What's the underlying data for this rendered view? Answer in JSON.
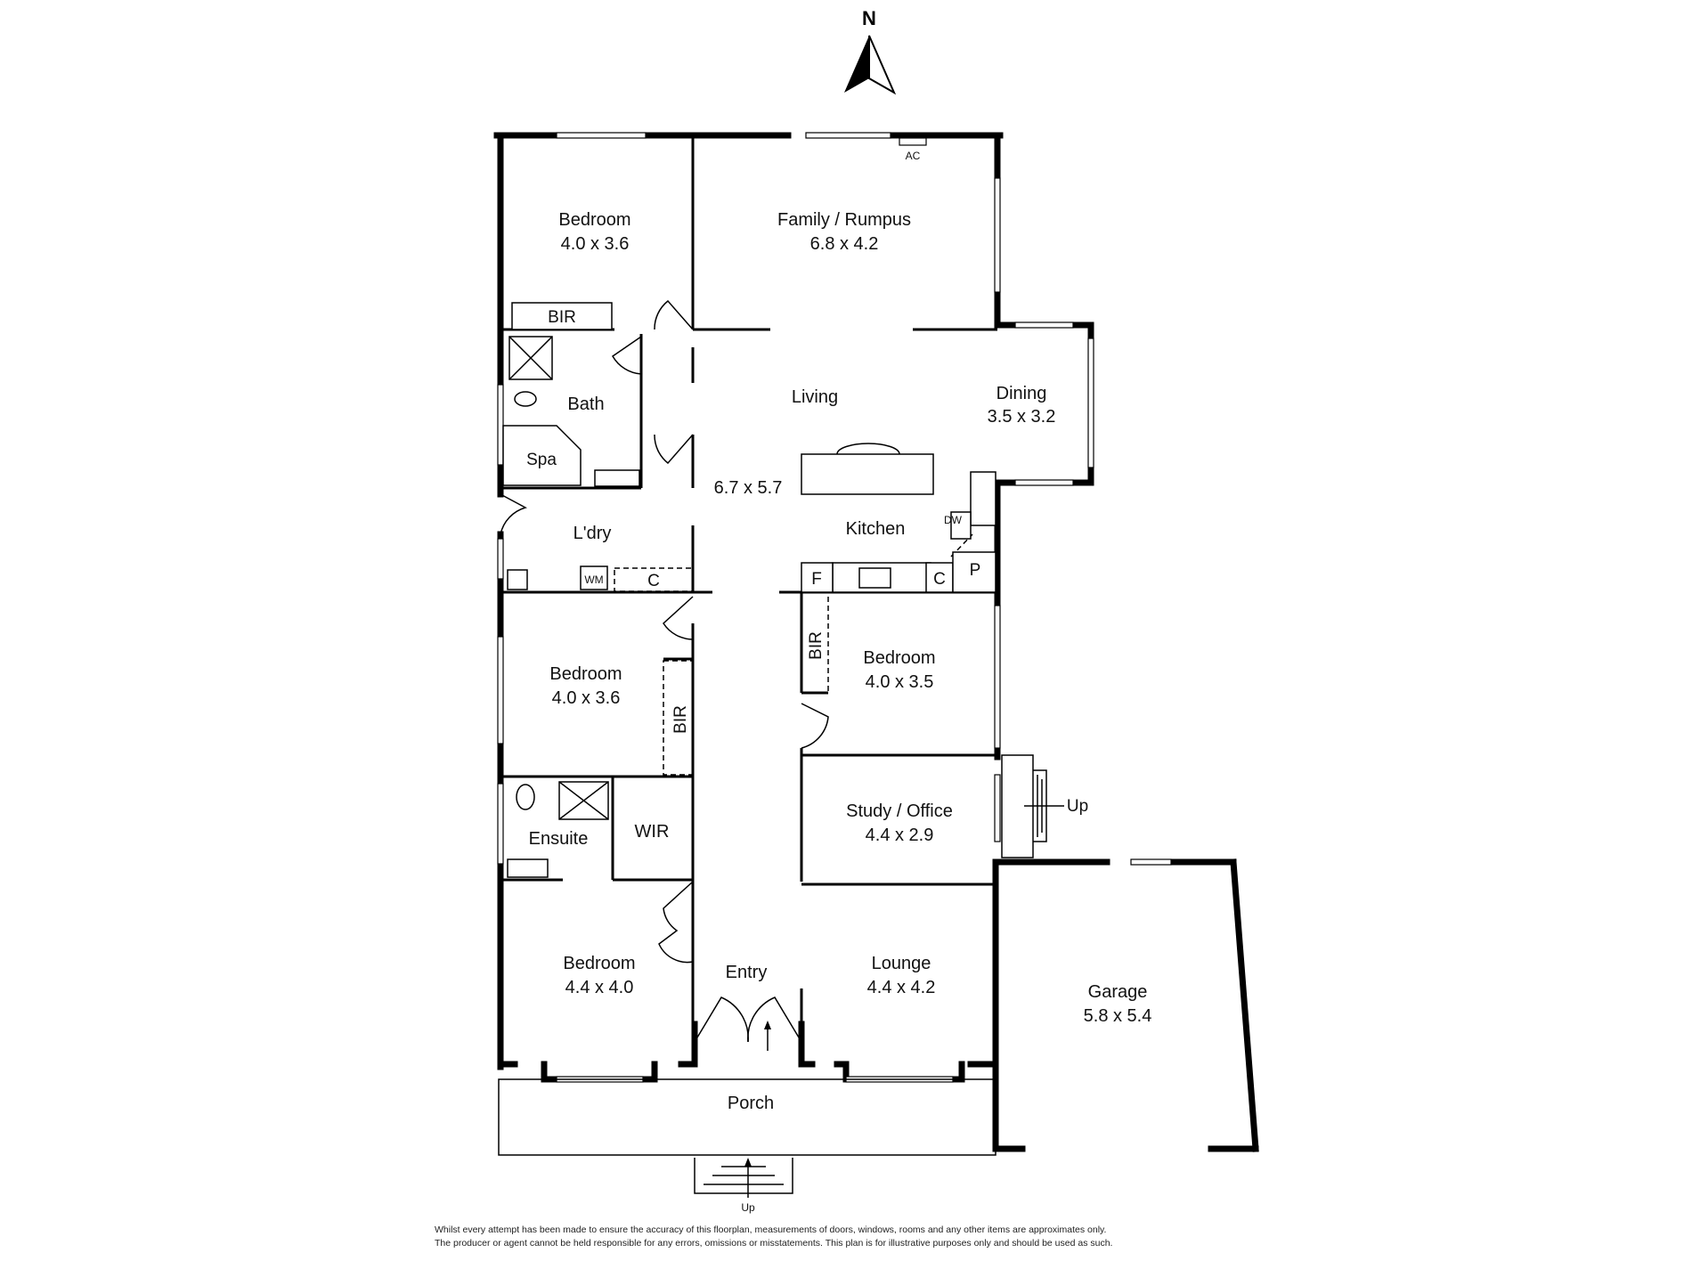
{
  "compass": {
    "label": "N"
  },
  "rooms": {
    "bedroom1": {
      "name": "Bedroom",
      "dims": "4.0 x 3.6"
    },
    "family": {
      "name": "Family / Rumpus",
      "dims": "6.8 x 4.2"
    },
    "living": {
      "name": "Living",
      "dims": "6.7 x 5.7"
    },
    "dining": {
      "name": "Dining",
      "dims": "3.5 x 3.2"
    },
    "bath": {
      "name": "Bath"
    },
    "spa": {
      "name": "Spa"
    },
    "laundry": {
      "name": "L'dry"
    },
    "kitchen": {
      "name": "Kitchen"
    },
    "bedroom2": {
      "name": "Bedroom",
      "dims": "4.0 x 3.6"
    },
    "bedroom3": {
      "name": "Bedroom",
      "dims": "4.0 x 3.5"
    },
    "study": {
      "name": "Study / Office",
      "dims": "4.4 x 2.9"
    },
    "ensuite": {
      "name": "Ensuite"
    },
    "wir": {
      "name": "WIR"
    },
    "bedroom4": {
      "name": "Bedroom",
      "dims": "4.4 x 4.0"
    },
    "entry": {
      "name": "Entry"
    },
    "lounge": {
      "name": "Lounge",
      "dims": "4.4 x 4.2"
    },
    "garage": {
      "name": "Garage",
      "dims": "5.8 x 5.4"
    },
    "porch": {
      "name": "Porch"
    }
  },
  "fixtures": {
    "bir": "BIR",
    "ac": "AC",
    "dw": "DW",
    "wm": "WM",
    "cupboard": "C",
    "fridge": "F",
    "pantry": "P",
    "up": "Up"
  },
  "disclaimer": {
    "line1": "Whilst every attempt has been made to ensure the accuracy of this floorplan, measurements of doors, windows, rooms and any other items are approximates only.",
    "line2": "The producer or agent cannot be held responsible for any errors, omissions or misstatements. This plan is for illustrative purposes only and should be used as such."
  }
}
